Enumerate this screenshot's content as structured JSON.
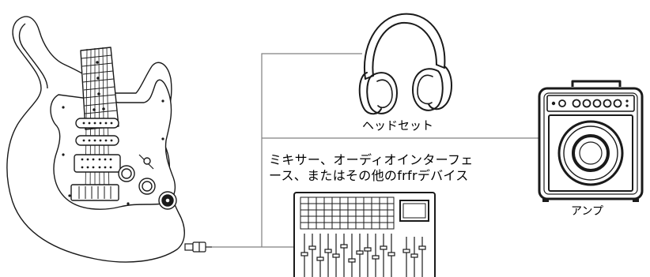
{
  "labels": {
    "headset": "ヘッドセット",
    "mixer_line1": "ミキサー、オーディオインターフェ",
    "mixer_line2": "ース、またはその他のfrfrデバイス",
    "amp": "アンプ"
  },
  "colors": {
    "line": "#1a1a1a",
    "connector": "#888888",
    "background": "#ffffff"
  },
  "icons": [
    "electric-guitar-icon",
    "cable-plug-icon",
    "headphones-icon",
    "amplifier-icon",
    "mixer-icon"
  ]
}
